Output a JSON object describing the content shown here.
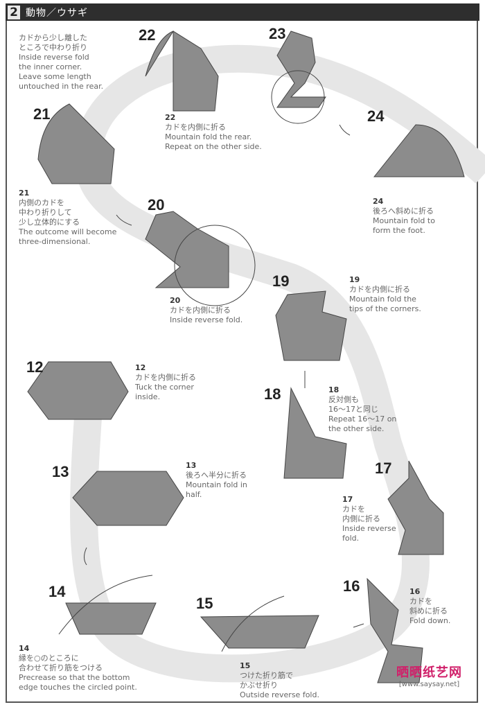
{
  "header": {
    "section_number": "2",
    "title": "動物／ウサギ"
  },
  "intro_note": {
    "lines": [
      "カドから少し離した",
      "ところで中わり折り",
      "Inside reverse fold",
      "the inner corner.",
      "Leave some length",
      "untouched in the rear."
    ]
  },
  "steps": {
    "s12": {
      "number": "12",
      "lines": [
        "カドを内側に折る",
        "Tuck the corner",
        "inside."
      ]
    },
    "s13": {
      "number": "13",
      "lines": [
        "後ろへ半分に折る",
        "Mountain fold in",
        "half."
      ]
    },
    "s14": {
      "number": "14",
      "lines": [
        "縁を○のところに",
        "合わせて折り筋をつける",
        "Precrease so that the bottom",
        "edge touches the circled point."
      ]
    },
    "s15": {
      "number": "15",
      "lines": [
        "つけた折り筋で",
        "かぶせ折り",
        "Outside reverse fold."
      ]
    },
    "s16": {
      "number": "16",
      "lines": [
        "カドを",
        "斜めに折る",
        "Fold down."
      ]
    },
    "s17": {
      "number": "17",
      "lines": [
        "カドを",
        "内側に折る",
        "Inside reverse",
        "fold."
      ]
    },
    "s18": {
      "number": "18",
      "lines": [
        "反対側も",
        "16～17と同じ",
        "Repeat 16～17 on",
        "the other side."
      ]
    },
    "s19": {
      "number": "19",
      "lines": [
        "カドを内側に折る",
        "Mountain fold the",
        "tips of the corners."
      ]
    },
    "s20": {
      "number": "20",
      "lines": [
        "カドを内側に折る",
        "Inside reverse fold."
      ]
    },
    "s21": {
      "number": "21",
      "lines": [
        "内側のカドを",
        "中わり折りして",
        "少し立体的にする",
        "The outcome will become",
        "three-dimensional."
      ]
    },
    "s22": {
      "number": "22",
      "lines": [
        "カドを内側に折る",
        "Mountain fold the rear.",
        "Repeat on the other side."
      ]
    },
    "s23": {
      "number": "23",
      "lines": []
    },
    "s24": {
      "number": "24",
      "lines": [
        "後ろへ斜めに折る",
        "Mountain fold to",
        "form the foot."
      ]
    }
  },
  "watermark": {
    "title": "晒晒纸艺网",
    "url": "[www.saysay.net]"
  },
  "colors": {
    "paper": "#8c8c8c",
    "header": "#2e2e2e",
    "band": "#e6e6e6",
    "watermark": "#d0206a"
  }
}
